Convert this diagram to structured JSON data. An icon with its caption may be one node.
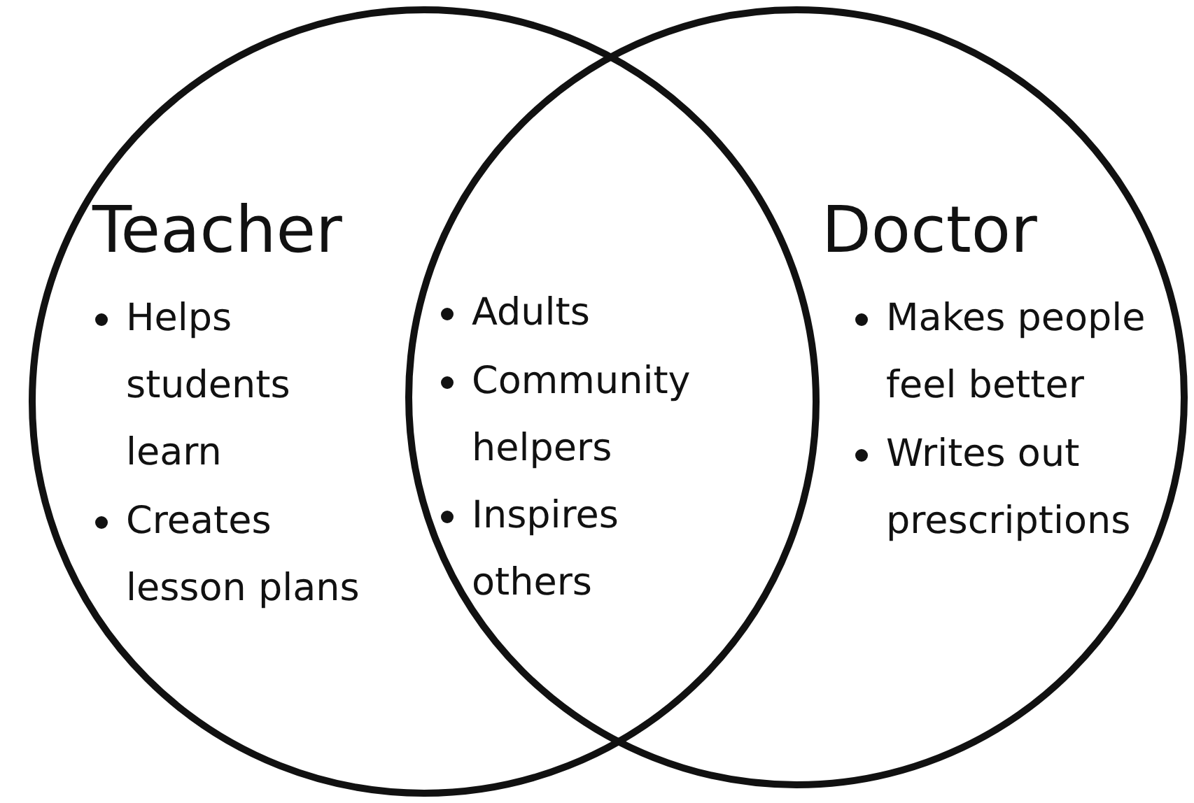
{
  "diagram": {
    "nodes": [
      {
        "text": [
          "Teacher",
          "Helps students learn",
          "Creates lesson plans"
        ]
      },
      {
        "text": [
          "Doctor",
          "Makes people feel better",
          "Writes out prescriptions"
        ]
      }
    ],
    "labels": [
      "Adults",
      "Community helpers",
      "Inspires others"
    ]
  }
}
